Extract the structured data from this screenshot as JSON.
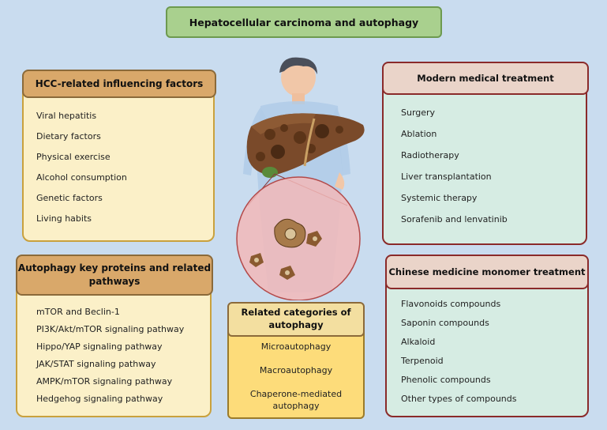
{
  "title": "Hepatocellular carcinoma and autophagy",
  "factors": {
    "header": "HCC-related influencing factors",
    "items": [
      "Viral hepatitis",
      "Dietary factors",
      "Physical exercise",
      "Alcohol consumption",
      "Genetic factors",
      "Living habits"
    ]
  },
  "modern": {
    "header": "Modern medical treatment",
    "items": [
      "Surgery",
      "Ablation",
      "Radiotherapy",
      "Liver transplantation",
      "Systemic therapy",
      "Sorafenib and lenvatinib"
    ]
  },
  "proteins": {
    "header_line1": "Autophagy key proteins and related",
    "header_line2": "pathways",
    "items": [
      "mTOR and Beclin-1",
      "PI3K/Akt/mTOR signaling pathway",
      "Hippo/YAP signaling pathway",
      "JAK/STAT signaling pathway",
      "AMPK/mTOR signaling pathway",
      "Hedgehog signaling pathway"
    ]
  },
  "categories": {
    "header_line1": "Related categories of",
    "header_line2": "autophagy",
    "item1": "Microautophagy",
    "item2": "Macroautophagy",
    "item3_line1": "Chaperone-mediated",
    "item3_line2": "autophagy"
  },
  "chinese": {
    "header": "Chinese medicine monomer treatment",
    "items": [
      "Flavonoids compounds",
      "Saponin compounds",
      "Alkaloid",
      "Terpenoid",
      "Phenolic compounds",
      "Other types of compounds"
    ]
  },
  "colors": {
    "background": "#c9dcef",
    "title_fill": "#a9d08e",
    "beige_panel": "#fbf0c8",
    "green_panel": "#d6ece3",
    "yellow_panel": "#fddc7a",
    "tan_header": "#d9a86a",
    "pink_header": "#ead4c9"
  },
  "illustration": {
    "figure": "human-figure-icon",
    "organ": "liver-icon",
    "magnifier": "cell-magnifier-icon"
  }
}
